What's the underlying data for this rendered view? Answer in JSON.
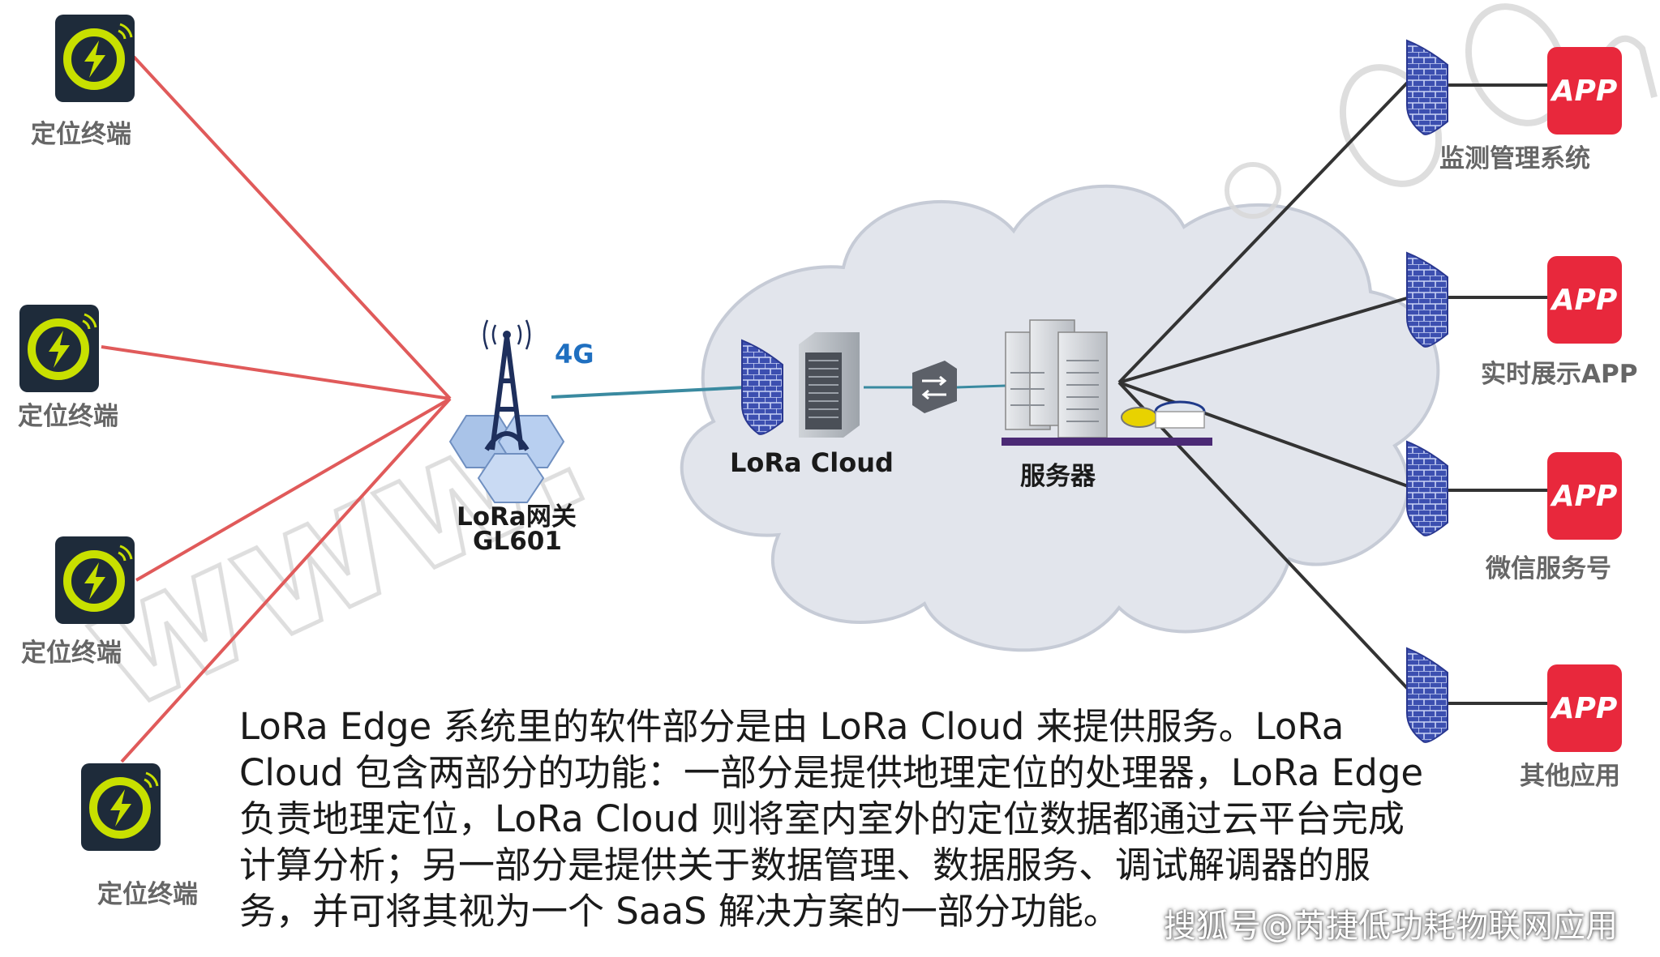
{
  "terminals": [
    {
      "label": "定位终端"
    },
    {
      "label": "定位终端"
    },
    {
      "label": "定位终端"
    },
    {
      "label": "定位终端"
    }
  ],
  "gateway": {
    "name": "LoRa网关",
    "model": "GL601",
    "link": "4G"
  },
  "cloud": {
    "name": "LoRa Cloud",
    "server": "服务器"
  },
  "apps": [
    {
      "icon_text": "APP",
      "label": "监测管理系统"
    },
    {
      "icon_text": "APP",
      "label": "实时展示APP"
    },
    {
      "icon_text": "APP",
      "label": "微信服务号"
    },
    {
      "icon_text": "APP",
      "label": "其他应用"
    }
  ],
  "description": "LoRa Edge 系统里的软件部分是由 LoRa Cloud 来提供服务。LoRa Cloud 包含两部分的功能：一部分是提供地理定位的处理器，LoRa Edge 负责地理定位，LoRa Cloud 则将室内室外的定位数据都通过云平台完成计算分析；另一部分是提供关于数据管理、数据服务、调试解调器的服务，并可将其视为一个 SaaS 解决方案的一部分功能。",
  "credit": "搜狐号@芮捷低功耗物联网应用",
  "colors": {
    "terminal_link": "#e05a5a",
    "uplink": "#3a8aa0",
    "app_link": "#333333",
    "app_tile": "#e8283c",
    "terminal_ring": "#c8e000",
    "cloud_fill": "#e2e5ec",
    "label_4g": "#1f6fc0"
  }
}
